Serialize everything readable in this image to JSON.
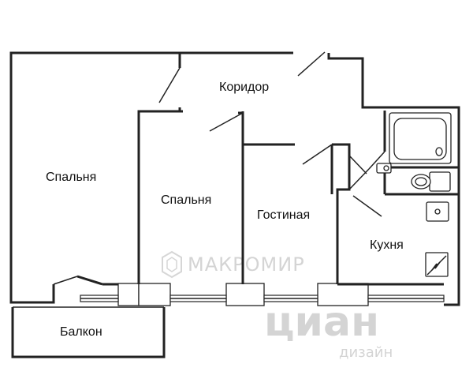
{
  "plan": {
    "rooms": {
      "bedroom_large": "Спальня",
      "bedroom_small": "Спальня",
      "corridor": "Коридор",
      "living_room": "Гостиная",
      "kitchen": "Кухня",
      "balcony": "Балкон"
    },
    "watermarks": {
      "agency": "МАКРОМИР",
      "portal": "циан",
      "portal_sub": "дизайн"
    }
  }
}
